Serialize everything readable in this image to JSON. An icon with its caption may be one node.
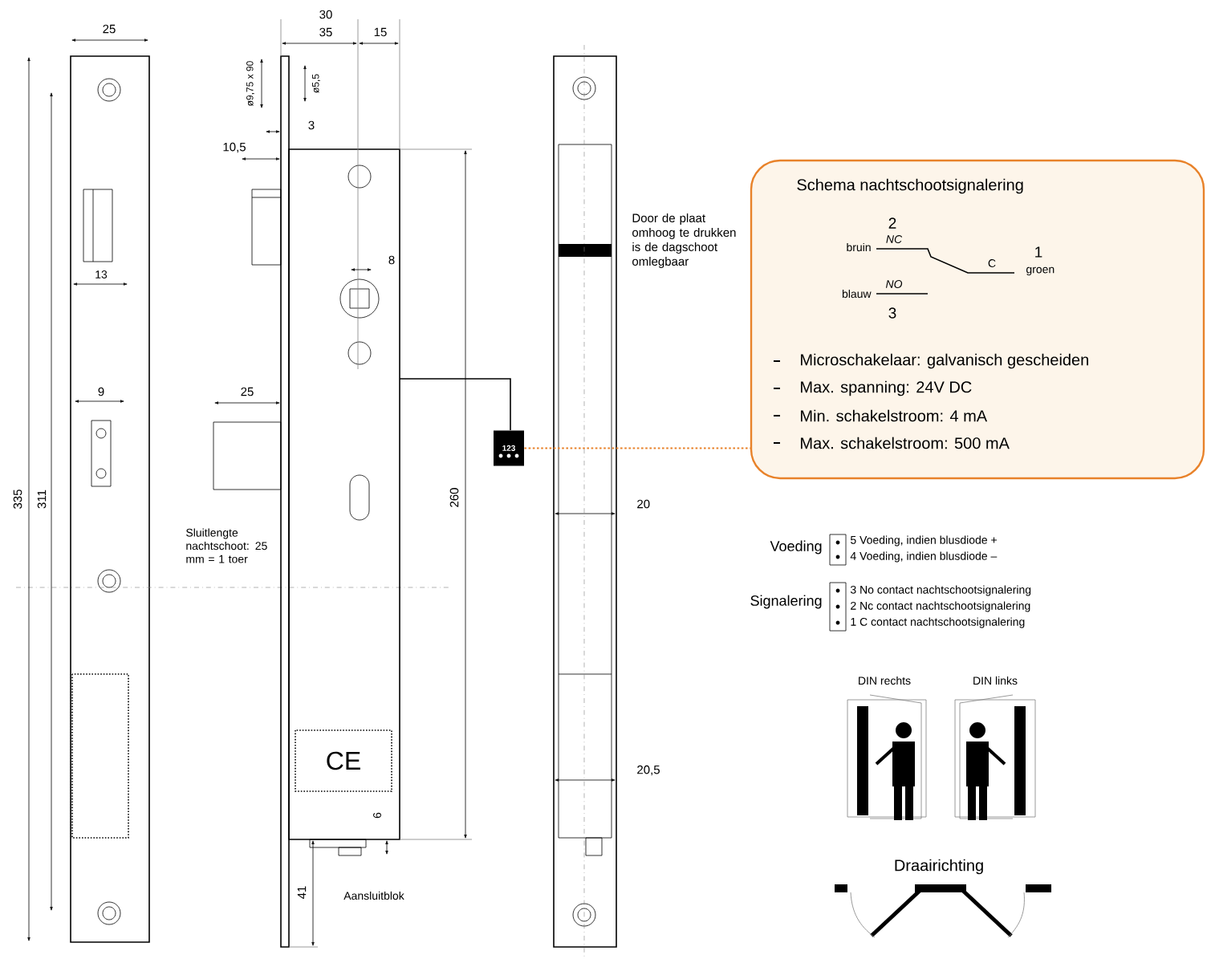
{
  "diagram": {
    "nodes": [
      {
        "text": [
          "Schema nachtschootsignalering",
          "2",
          "NC",
          "bruin",
          "C",
          "1",
          "groen",
          "blauw",
          "NO",
          "3",
          "Microschakelaar: galvanisch gescheiden",
          "Max. spanning: 24V DC",
          "Min. schakelstroom: 4 mA",
          "Max. schakelstroom: 500 mA"
        ]
      },
      {
        "text": [
          "123"
        ]
      }
    ],
    "edges": [
      {
        "from": 1,
        "to": 0,
        "arrow": "none",
        "style": "dashed",
        "color": "#e8822a"
      }
    ],
    "labels": [
      "25",
      "335",
      "311",
      "13",
      "9",
      "30",
      "35",
      "15",
      "ø9,75 x 90",
      "ø5,5",
      "3",
      "10,5",
      "8",
      "25",
      "260",
      "6",
      "41",
      "Aansluitblok",
      "Sluitlengte nachtschoot: 25 mm = 1 toer",
      "CE",
      "Door de plaat omhoog te drukken is de dagschoot omlegbaar",
      "20",
      "20,5",
      "Voeding",
      "5 Voeding, indien blusdiode +",
      "4 Voeding, indien blusdiode –",
      "Signalering",
      "3 No contact nachtschootsignalering",
      "2 Nc contact nachtschootsignalering",
      "1 C contact nachtschootsignalering",
      "DIN rechts",
      "DIN links",
      "Draairichting"
    ]
  }
}
